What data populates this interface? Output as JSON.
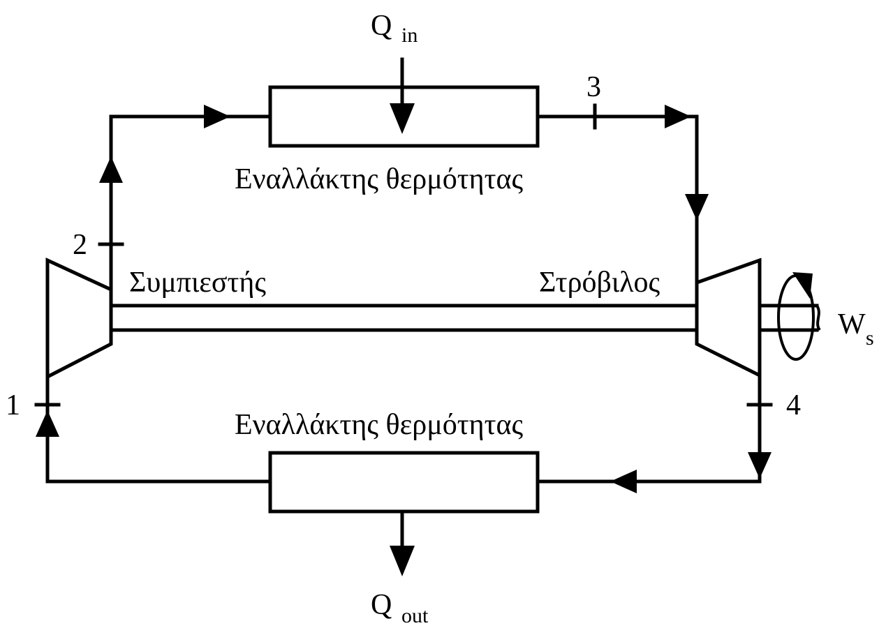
{
  "labels": {
    "heat_in_main": "Q",
    "heat_in_sub": "in",
    "heat_out_main": "Q",
    "heat_out_sub": "out",
    "work_main": "W",
    "work_sub": "s",
    "heat_exchanger_top": "Εναλλάκτης θερμότητας",
    "heat_exchanger_bottom": "Εναλλάκτης θερμότητας",
    "compressor": "Συμπιεστής",
    "turbine": "Στρόβιλος"
  },
  "states": {
    "s1": "1",
    "s2": "2",
    "s3": "3",
    "s4": "4"
  }
}
